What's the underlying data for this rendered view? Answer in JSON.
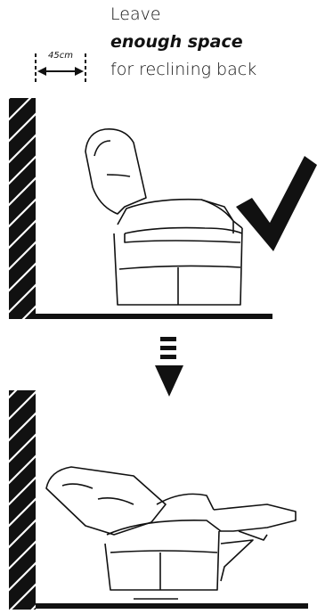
{
  "instruction": {
    "line1": "Leave",
    "line2": "enough space",
    "line3": "for reclining back"
  },
  "distance": {
    "value": "45cm",
    "icon": "double-arrow-icon"
  },
  "icons": {
    "check": "checkmark-icon",
    "down": "down-arrow-icon"
  },
  "colors": {
    "ink": "#111111",
    "background": "#ffffff"
  }
}
